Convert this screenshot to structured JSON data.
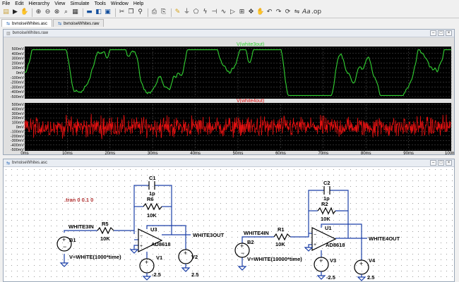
{
  "menu": [
    "File",
    "Edit",
    "Hierarchy",
    "View",
    "Simulate",
    "Tools",
    "Window",
    "Help"
  ],
  "toolbar_icons": [
    "open-icon",
    "run-icon",
    "halt-icon",
    "zoom-in-icon",
    "zoom-out-icon",
    "zoom-fit-icon",
    "autorange-icon",
    "undo-icon",
    "tile-icon",
    "cascade-icon",
    "close-icon",
    "cut-icon",
    "copy-icon",
    "find-icon",
    "print-icon",
    "print-preview-icon",
    "draw-wire-icon",
    "ground-icon",
    "label-icon",
    "resistor-icon",
    "capacitor-icon",
    "inductor-icon",
    "diode-icon",
    "component-icon",
    "move-icon",
    "drag-icon",
    "undo-arrow-icon",
    "redo-icon",
    "rotate-icon",
    "mirror-icon",
    "text-icon",
    "spice-directive-icon"
  ],
  "tabs": [
    {
      "label": "bvnoiseWhites.asc",
      "active": true
    },
    {
      "label": "bvnoiseWhites.raw",
      "active": false
    }
  ],
  "waveform_window": {
    "title": "bvnoiseWhites.raw",
    "traces": [
      {
        "name": "V(white3out)",
        "color": "#32d232"
      },
      {
        "name": "V(white4out)",
        "color": "#e01010"
      }
    ],
    "y_ticks_top": [
      "500mV",
      "400mV",
      "300mV",
      "200mV",
      "100mV",
      "0mV",
      "-100mV",
      "-200mV",
      "-300mV",
      "-400mV",
      "-500mV"
    ],
    "y_ticks_bottom": [
      "500mV",
      "400mV",
      "300mV",
      "200mV",
      "100mV",
      "0mV",
      "-100mV",
      "-200mV",
      "-300mV",
      "-400mV",
      "-500mV"
    ],
    "x_ticks": [
      "0ms",
      "10ms",
      "20ms",
      "30ms",
      "40ms",
      "50ms",
      "60ms",
      "70ms",
      "80ms",
      "90ms",
      "100ms"
    ]
  },
  "schematic_window": {
    "title": "bvnoiseWhites.asc",
    "directive": ".tran 0 0.1 0",
    "circuit1": {
      "cap_name": "C1",
      "cap_value": "1p",
      "rf_name": "R6",
      "rf_value": "10K",
      "rin_name": "R5",
      "rin_value": "10K",
      "opamp_name": "U3",
      "opamp_model": "AD8618",
      "in_label": "WHITE3IN",
      "out_label": "WHITE3OUT",
      "src_name": "B1",
      "src_value": "V=WHITE(1000*time)",
      "vpos_name": "V1",
      "vpos_value": "-2.5",
      "vneg_name": "V2",
      "vneg_value": "2.5"
    },
    "circuit2": {
      "cap_name": "C2",
      "cap_value": "1p",
      "rf_name": "R2",
      "rf_value": "10K",
      "rin_name": "R1",
      "rin_value": "10K",
      "opamp_name": "U1",
      "opamp_model": "AD8618",
      "in_label": "WHITE4IN",
      "out_label": "WHITE4OUT",
      "src_name": "B2",
      "src_value": "V=WHITE(10000*time)",
      "vpos_name": "V3",
      "vpos_value": "-2.5",
      "vneg_name": "V4",
      "vneg_value": "2.5"
    }
  }
}
